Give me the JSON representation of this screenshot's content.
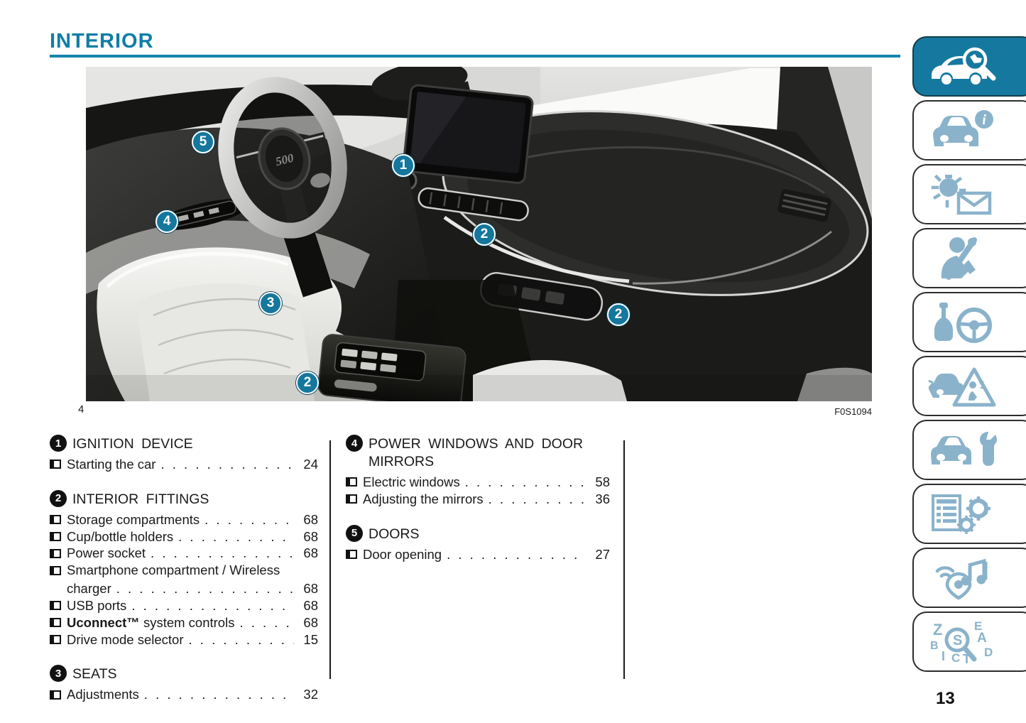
{
  "colors": {
    "accent": "#0f7ea6",
    "callout": "#15779d",
    "icon_inactive": "#8ab3cb",
    "active_button_bg": "#15799f"
  },
  "header": {
    "title": "INTERIOR"
  },
  "figure": {
    "caption_number": "4",
    "figure_code": "F0S1094",
    "wheel_logo": "500",
    "callouts": [
      {
        "label": "5"
      },
      {
        "label": "1"
      },
      {
        "label": "4"
      },
      {
        "label": "2"
      },
      {
        "label": "3"
      },
      {
        "label": "2"
      },
      {
        "label": "2"
      }
    ]
  },
  "toc": {
    "left": [
      {
        "number": "1",
        "title": "IGNITION DEVICE",
        "items": [
          {
            "label": "Starting the car",
            "page": "24"
          }
        ]
      },
      {
        "number": "2",
        "title": "INTERIOR FITTINGS",
        "items": [
          {
            "label": "Storage compartments",
            "page": "68"
          },
          {
            "label": "Cup/bottle holders",
            "page": "68"
          },
          {
            "label": "Power socket",
            "page": "68"
          },
          {
            "pre": "Smartphone compartment / Wireless",
            "label": "charger",
            "page": "68"
          },
          {
            "label": "USB ports",
            "page": "68"
          },
          {
            "bold": "Uconnect™",
            "label": "system controls",
            "page": "68"
          },
          {
            "label": "Drive mode selector",
            "page": "15"
          }
        ]
      },
      {
        "number": "3",
        "title": "SEATS",
        "items": [
          {
            "label": "Adjustments",
            "page": "32"
          }
        ]
      }
    ],
    "right": [
      {
        "number": "4",
        "title": "POWER WINDOWS AND DOOR MIRRORS",
        "items": [
          {
            "label": "Electric windows",
            "page": "58"
          },
          {
            "label": "Adjusting the mirrors",
            "page": "36"
          }
        ]
      },
      {
        "number": "5",
        "title": "DOORS",
        "items": [
          {
            "label": "Door opening",
            "page": "27"
          }
        ]
      }
    ]
  },
  "sidebar": {
    "items": [
      {
        "name": "interior-overview",
        "active": true
      },
      {
        "name": "dashboard-and-controls",
        "glyph": "i"
      },
      {
        "name": "warning-lights-and-messages"
      },
      {
        "name": "safety"
      },
      {
        "name": "starting-and-driving"
      },
      {
        "name": "in-an-emergency"
      },
      {
        "name": "servicing-and-care"
      },
      {
        "name": "technical-data"
      },
      {
        "name": "multimedia"
      },
      {
        "name": "index",
        "letters": [
          "Z",
          "E",
          "B",
          "A",
          "I",
          "C",
          "T",
          "D",
          "S"
        ]
      }
    ]
  },
  "footer": {
    "page_number": "13"
  }
}
